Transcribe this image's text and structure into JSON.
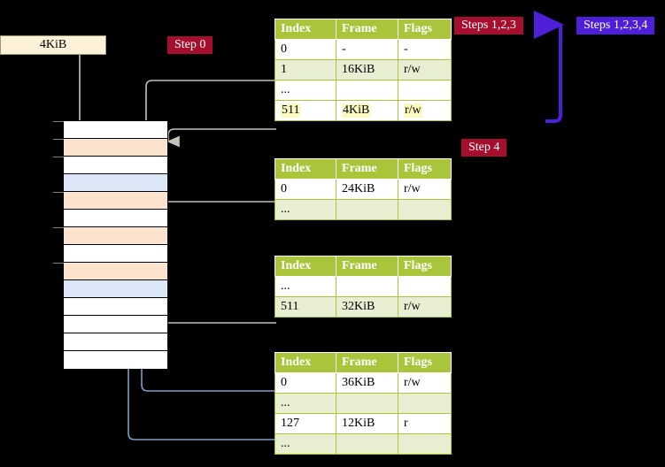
{
  "labels": {
    "size_box": "4KiB",
    "step0": "Step 0",
    "step4": "Step 4",
    "steps123": "Steps 1,2,3",
    "steps1234": "Steps 1,2,3,4"
  },
  "colors": {
    "table_header": "#AAC53C",
    "table_alt_row": "#E7EED2",
    "highlight": "#FAFAC0",
    "badge_red": "#A50E2D",
    "badge_blue": "#4E1FD8",
    "mem_peach": "#FCE3CE",
    "mem_blue": "#DCE8F7",
    "size_box": "#FDF2D8",
    "wire_gray": "#B8B8B0",
    "wire_blue": "#7F9CC4"
  },
  "table_headers": [
    "Index",
    "Frame",
    "Flags"
  ],
  "tables": [
    {
      "name": "pml4-table",
      "rows": [
        {
          "style": "plain",
          "cells": [
            "0",
            "-",
            "-"
          ]
        },
        {
          "style": "alt",
          "cells": [
            "1",
            "16KiB",
            "r/w"
          ]
        },
        {
          "style": "plain",
          "cells": [
            "...",
            "",
            ""
          ]
        },
        {
          "style": "hl",
          "cells": [
            "511",
            "4KiB",
            "r/w"
          ]
        }
      ]
    },
    {
      "name": "pdpt-table",
      "rows": [
        {
          "style": "plain",
          "cells": [
            "0",
            "24KiB",
            "r/w"
          ]
        },
        {
          "style": "alt",
          "cells": [
            "...",
            "",
            ""
          ]
        }
      ]
    },
    {
      "name": "pd-table",
      "rows": [
        {
          "style": "plain",
          "cells": [
            "...",
            "",
            ""
          ]
        },
        {
          "style": "alt",
          "cells": [
            "511",
            "32KiB",
            "r/w"
          ]
        }
      ]
    },
    {
      "name": "pt-table",
      "rows": [
        {
          "style": "plain",
          "cells": [
            "0",
            "36KiB",
            "r/w"
          ]
        },
        {
          "style": "alt",
          "cells": [
            "...",
            "",
            ""
          ]
        },
        {
          "style": "plain",
          "cells": [
            "127",
            "12KiB",
            "r"
          ]
        },
        {
          "style": "alt",
          "cells": [
            "...",
            "",
            ""
          ]
        }
      ]
    }
  ],
  "memory_rows": [
    {
      "fill": "m-white",
      "tick": true
    },
    {
      "fill": "m-peach",
      "tick": true
    },
    {
      "fill": "m-white",
      "tick": true
    },
    {
      "fill": "m-blue",
      "tick": false
    },
    {
      "fill": "m-peach",
      "tick": true
    },
    {
      "fill": "m-white",
      "tick": false
    },
    {
      "fill": "m-peach",
      "tick": true
    },
    {
      "fill": "m-white",
      "tick": false
    },
    {
      "fill": "m-peach",
      "tick": true
    },
    {
      "fill": "m-blue",
      "tick": false
    },
    {
      "fill": "m-white",
      "tick": false
    },
    {
      "fill": "m-white",
      "tick": false
    },
    {
      "fill": "m-white",
      "tick": false
    },
    {
      "fill": "m-white",
      "tick": false
    }
  ]
}
